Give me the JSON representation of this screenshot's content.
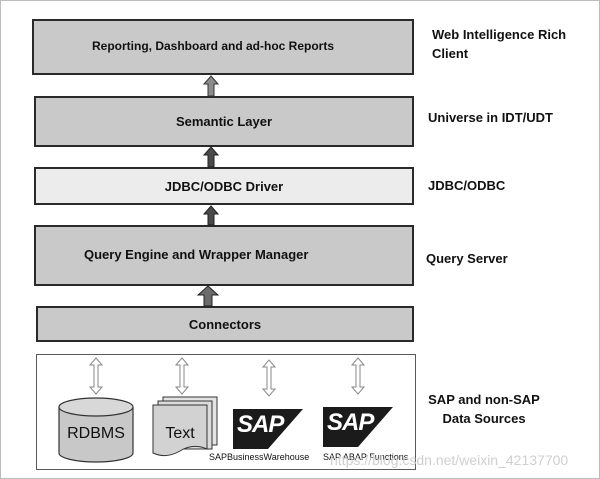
{
  "layers": {
    "reporting": "Reporting, Dashboard and ad-hoc Reports",
    "semantic": "Semantic Layer",
    "driver": "JDBC/ODBC Driver",
    "query_engine": "Query Engine and Wrapper Manager",
    "connectors": "Connectors"
  },
  "side_labels": {
    "webi_line1": "Web Intelligence Rich",
    "webi_line2": "Client",
    "universe": "Universe in IDT/UDT",
    "jdbc": "JDBC/ODBC",
    "query_server": "Query Server",
    "sources_line1": "SAP and non-SAP",
    "sources_line2": "Data Sources"
  },
  "data_sources": {
    "rdbms": "RDBMS",
    "text": "Text",
    "sap_logo_1": "SAP",
    "sap_logo_2": "SAP",
    "sap_bw_caption": "SAPBusinessWarehouse",
    "sap_abap_caption": "SAP ABAP Functions"
  },
  "watermark": "https://blog.csdn.net/weixin_42137700",
  "colors": {
    "box_fill": "#c9c9c9",
    "driver_fill": "#ececec",
    "border": "#2a2a2a",
    "sap_blue": "#1b1b1b"
  }
}
